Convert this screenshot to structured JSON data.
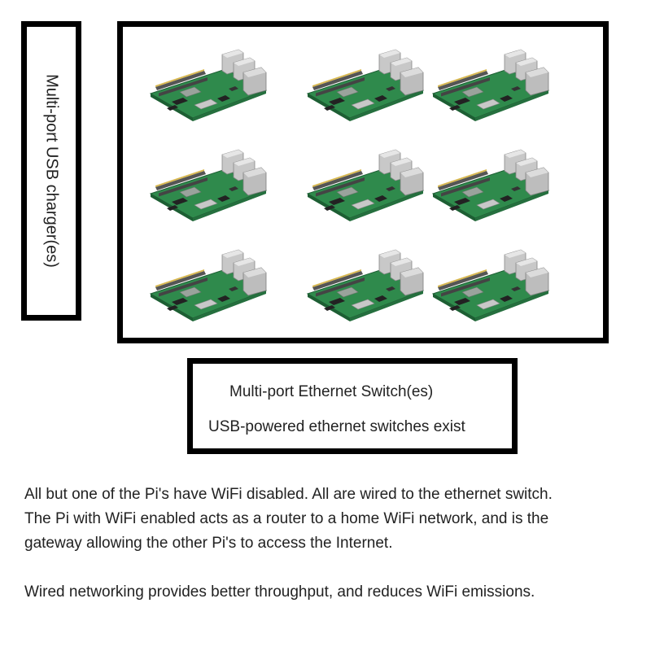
{
  "charger": {
    "label": "Multi-port USB charger(es)"
  },
  "cluster": {
    "board_count": 9,
    "rows": 3,
    "cols": 3,
    "board_icon": "raspberry-pi-board-icon"
  },
  "switch": {
    "title": "Multi-port Ethernet Switch(es)",
    "note": "USB-powered ethernet switches exist"
  },
  "description": {
    "lines": [
      "All but one of the Pi's have WiFi disabled.  All are wired to the ethernet switch.",
      "The Pi with WiFi enabled acts as a router to a home WiFi network, and is the",
      "gateway allowing the other Pi's to access the Internet."
    ],
    "footer": "Wired networking provides better throughput, and reduces WiFi emissions."
  },
  "colors": {
    "border": "#000000",
    "board_green": "#2f8a4c",
    "board_dark": "#1d5e33",
    "metal": "#c8c8c8",
    "text": "#222222"
  }
}
